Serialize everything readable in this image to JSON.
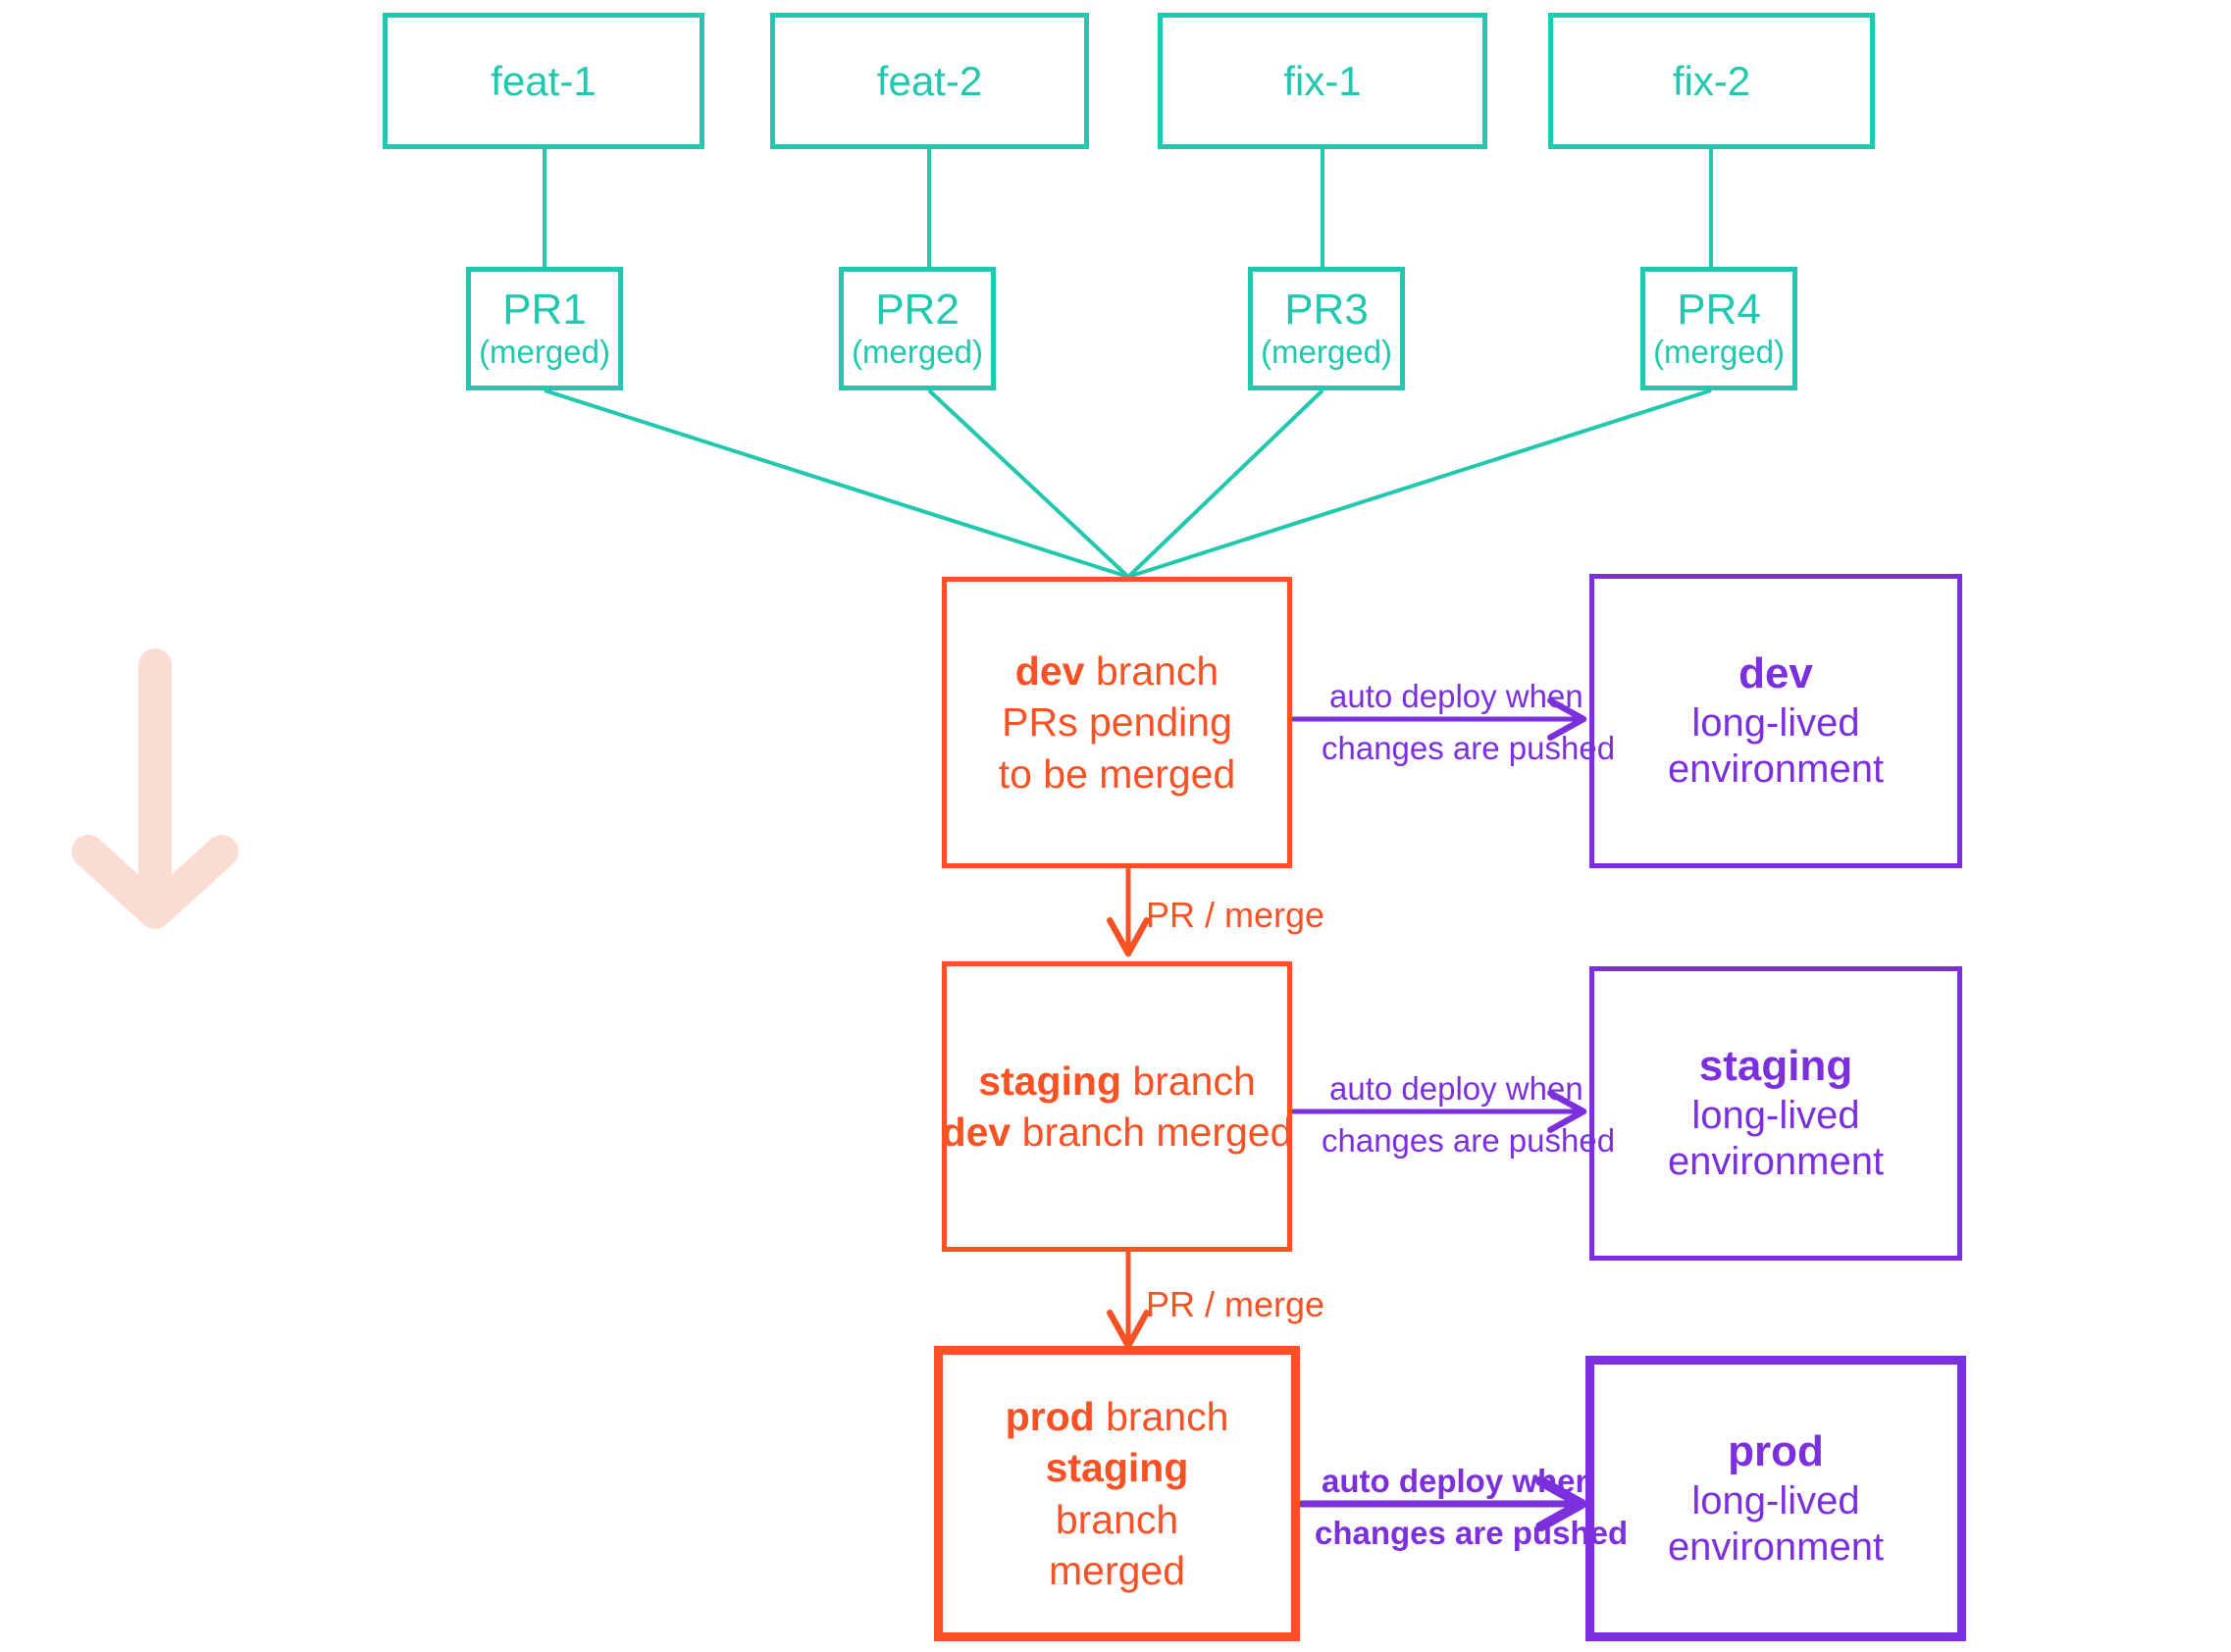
{
  "diagram": {
    "title": "Git branching and environment deployment flow",
    "colors": {
      "teal": "#1fc8ae",
      "orange": "#f75124",
      "purple": "#7c2fdd",
      "pink_arrow": "#fadcd2",
      "background": "#ffffff"
    },
    "feature_branches": [
      {
        "label": "feat-1"
      },
      {
        "label": "feat-2"
      },
      {
        "label": "fix-1"
      },
      {
        "label": "fix-2"
      }
    ],
    "pull_requests": [
      {
        "label": "PR1",
        "status": "(merged)"
      },
      {
        "label": "PR2",
        "status": "(merged)"
      },
      {
        "label": "PR3",
        "status": "(merged)"
      },
      {
        "label": "PR4",
        "status": "(merged)"
      }
    ],
    "branches": [
      {
        "name": "dev",
        "suffix": "branch",
        "detail_bold": "",
        "detail": "PRs pending to be merged"
      },
      {
        "name": "staging",
        "suffix": "branch",
        "detail_bold": "dev",
        "detail": "branch merged"
      },
      {
        "name": "prod",
        "suffix": "branch",
        "detail_bold": "staging",
        "detail": "branch merged"
      }
    ],
    "environments": [
      {
        "name": "dev",
        "sub_line1": "long-lived",
        "sub_line2": "environment"
      },
      {
        "name": "staging",
        "sub_line1": "long-lived",
        "sub_line2": "environment"
      },
      {
        "name": "prod",
        "sub_line1": "long-lived",
        "sub_line2": "environment"
      }
    ],
    "deploy_labels": [
      {
        "top": "auto deploy when",
        "bottom": "changes are pushed"
      },
      {
        "top": "auto deploy when",
        "bottom": "changes are pushed"
      },
      {
        "top": "auto deploy when",
        "bottom": "changes are pushed"
      }
    ],
    "merge_labels": [
      {
        "text": "PR / merge"
      },
      {
        "text": "PR / merge"
      }
    ],
    "flow_arrow": {
      "name": "downward-progression-arrow",
      "direction": "down"
    }
  }
}
